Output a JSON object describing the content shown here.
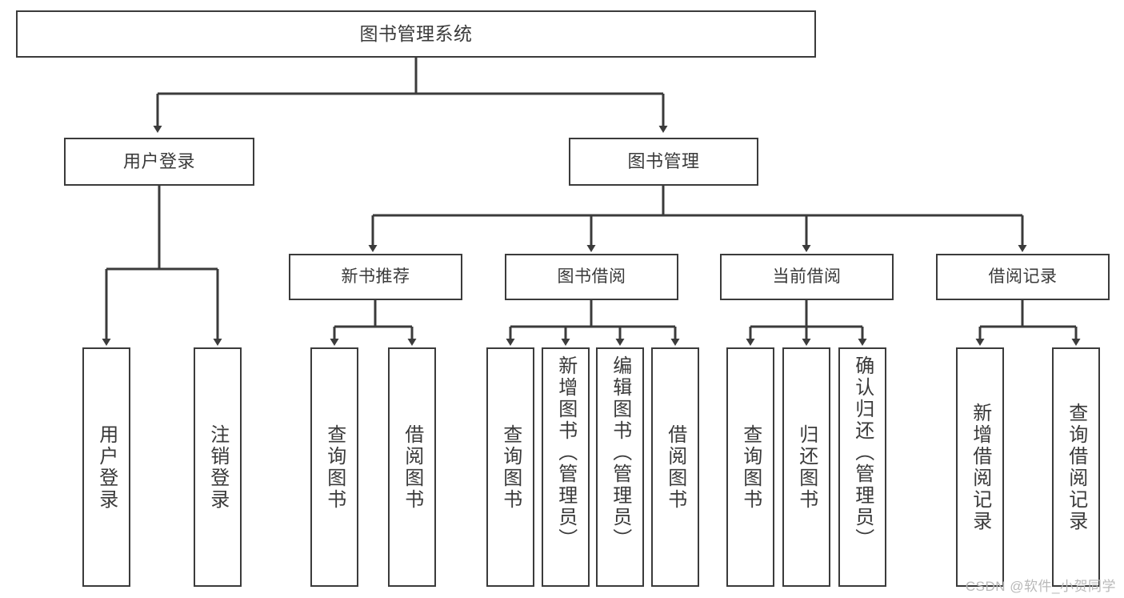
{
  "diagram": {
    "title": "图书管理系统",
    "type": "hierarchy-tree",
    "style": {
      "box_stroke": "#3b3b3b",
      "box_fill": "#ffffff",
      "text_color": "#3a3a3a",
      "edge_color": "#3b3b3b"
    },
    "nodes": {
      "root": {
        "label": "图书管理系统"
      },
      "level1": [
        {
          "label": "用户登录"
        },
        {
          "label": "图书管理"
        }
      ],
      "level2": [
        {
          "label": "新书推荐"
        },
        {
          "label": "图书借阅"
        },
        {
          "label": "当前借阅"
        },
        {
          "label": "借阅记录"
        }
      ],
      "leaves": {
        "user_login": [
          {
            "label": "用户登录"
          },
          {
            "label": "注销登录"
          }
        ],
        "new_book": [
          {
            "label": "查询图书"
          },
          {
            "label": "借阅图书"
          }
        ],
        "book_borrow": [
          {
            "label": "查询图书"
          },
          {
            "label": "新增图书（管理员）"
          },
          {
            "label": "编辑图书（管理员）"
          },
          {
            "label": "借阅图书"
          }
        ],
        "current_borrow": [
          {
            "label": "查询图书"
          },
          {
            "label": "归还图书"
          },
          {
            "label": "确认归还（管理员）"
          }
        ],
        "borrow_record": [
          {
            "label": "新增借阅记录"
          },
          {
            "label": "查询借阅记录"
          }
        ]
      }
    }
  },
  "watermark": {
    "text": "CSDN @软件_小贺同学"
  }
}
